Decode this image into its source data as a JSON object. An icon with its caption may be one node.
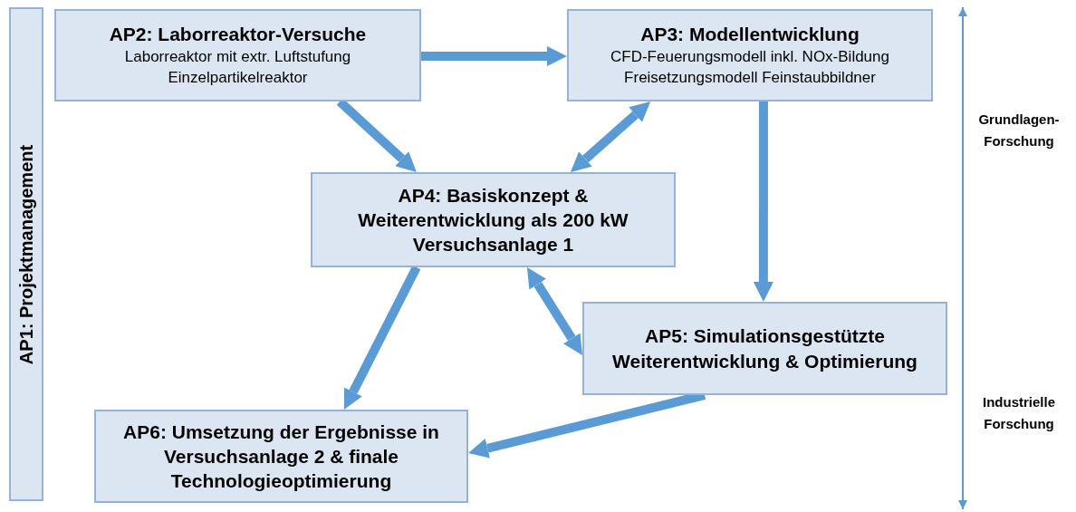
{
  "diagram": {
    "nodes": [
      {
        "text": [
          "AP1: Projektmanagement"
        ]
      },
      {
        "text": [
          "AP2: Laborreaktor-Versuche",
          "Laborreaktor mit extr. Luftstufung",
          "Einzelpartikelreaktor"
        ]
      },
      {
        "text": [
          "AP3: Modellentwicklung",
          "CFD-Feuerungsmodell inkl. NOx-Bildung",
          "Freisetzungsmodell Feinstaubbildner"
        ]
      },
      {
        "text": [
          "AP4: Basiskonzept & Weiterentwicklung als 200 kW Versuchsanlage 1"
        ]
      },
      {
        "text": [
          "AP5: Simulationsgestützte Weiterentwicklung & Optimierung"
        ]
      },
      {
        "text": [
          "AP6: Umsetzung der Ergebnisse in Versuchsanlage 2 & finale Technologieoptimierung"
        ]
      }
    ],
    "edges": [
      {
        "from": 1,
        "to": 2,
        "arrow": "to"
      },
      {
        "from": 1,
        "to": 3,
        "arrow": "to"
      },
      {
        "from": 3,
        "to": 2,
        "arrow": "both"
      },
      {
        "from": 2,
        "to": 4,
        "arrow": "to"
      },
      {
        "from": 3,
        "to": 5,
        "arrow": "to"
      },
      {
        "from": 3,
        "to": 4,
        "arrow": "both"
      },
      {
        "from": 4,
        "to": 5,
        "arrow": "to"
      }
    ],
    "labels": [
      "Grundlagen-Forschung",
      "Industrielle Forschung"
    ]
  }
}
